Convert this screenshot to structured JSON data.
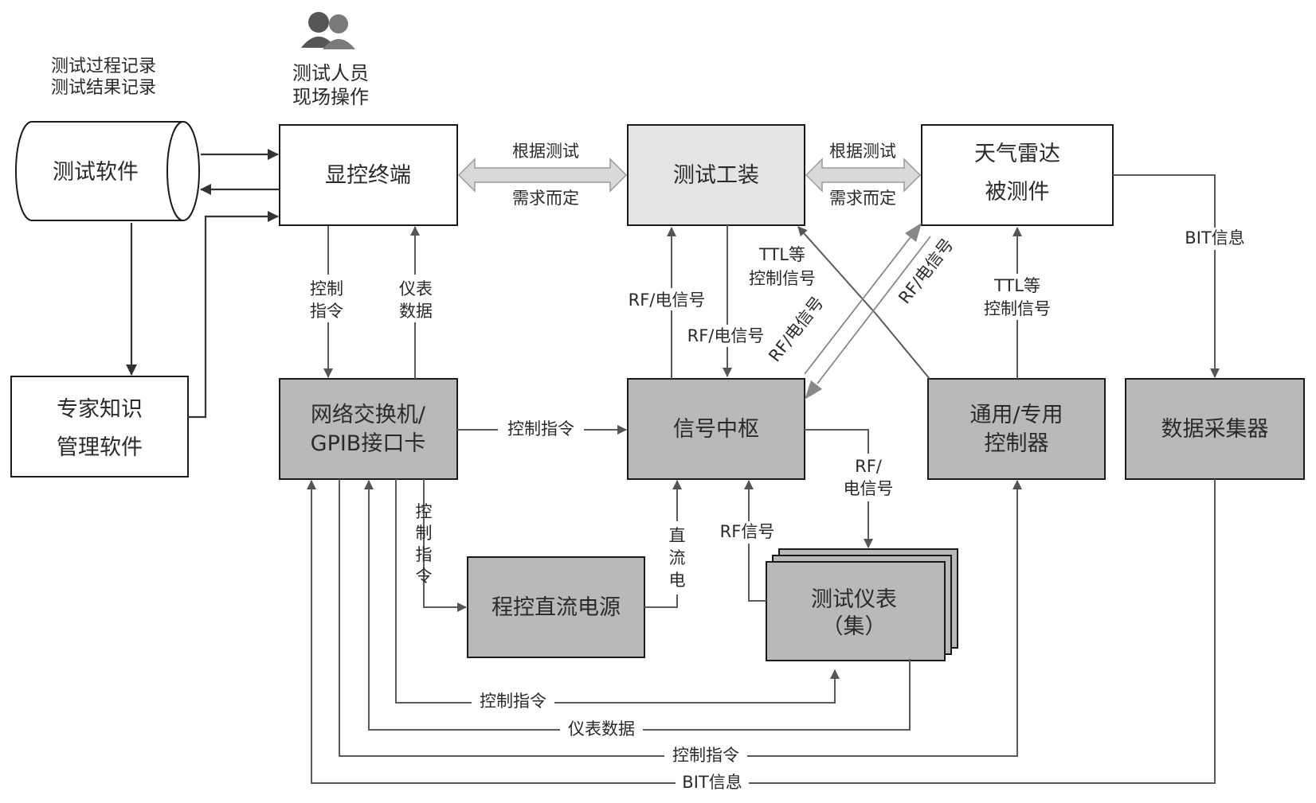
{
  "top_left_notes": {
    "line1": "测试过程记录",
    "line2": "测试结果记录"
  },
  "person": {
    "icon": "people-icon",
    "line1": "测试人员",
    "line2": "现场操作"
  },
  "nodes": {
    "test_software": "测试软件",
    "expert": {
      "line1": "专家知识",
      "line2": "管理软件"
    },
    "display_terminal": "显控终端",
    "test_fixture": "测试工装",
    "radar": {
      "line1": "天气雷达",
      "line2": "被测件"
    },
    "switch": {
      "line1": "网络交换机/",
      "line2": "GPIB接口卡"
    },
    "signal_hub": "信号中枢",
    "controller": {
      "line1": "通用/专用",
      "line2": "控制器"
    },
    "data_collector": "数据采集器",
    "dc_power": "程控直流电源",
    "instruments": {
      "line1": "测试仪表",
      "line2": "（集）"
    }
  },
  "labels": {
    "req1_a": "根据测试",
    "req1_b": "需求而定",
    "req2_a": "根据测试",
    "req2_b": "需求而定",
    "ctrl_cmd_v": {
      "a": "控制",
      "b": "指令"
    },
    "meter_data_v": {
      "a": "仪表",
      "b": "数据"
    },
    "rf_up": "RF/电信号",
    "rf_down": "RF/电信号",
    "ttl_left": {
      "a": "TTL等",
      "b": "控制信号"
    },
    "ttl_right": {
      "a": "TTL等",
      "b": "控制信号"
    },
    "rf_diag1": "RF/电信号",
    "rf_diag2": "RF/电信号",
    "bit_info_right": "BIT信息",
    "ctrl_cmd_mid": "控制指令",
    "rf_elec_right": {
      "a": "RF/",
      "b": "电信号"
    },
    "ctrl_cmd_vertical": [
      "控",
      "制",
      "指",
      "令"
    ],
    "dc_vertical": [
      "直",
      "流",
      "电"
    ],
    "rf_signal": "RF信号",
    "bottom_ctrl1": "控制指令",
    "bottom_meter": "仪表数据",
    "bottom_ctrl2": "控制指令",
    "bottom_bit": "BIT信息"
  }
}
